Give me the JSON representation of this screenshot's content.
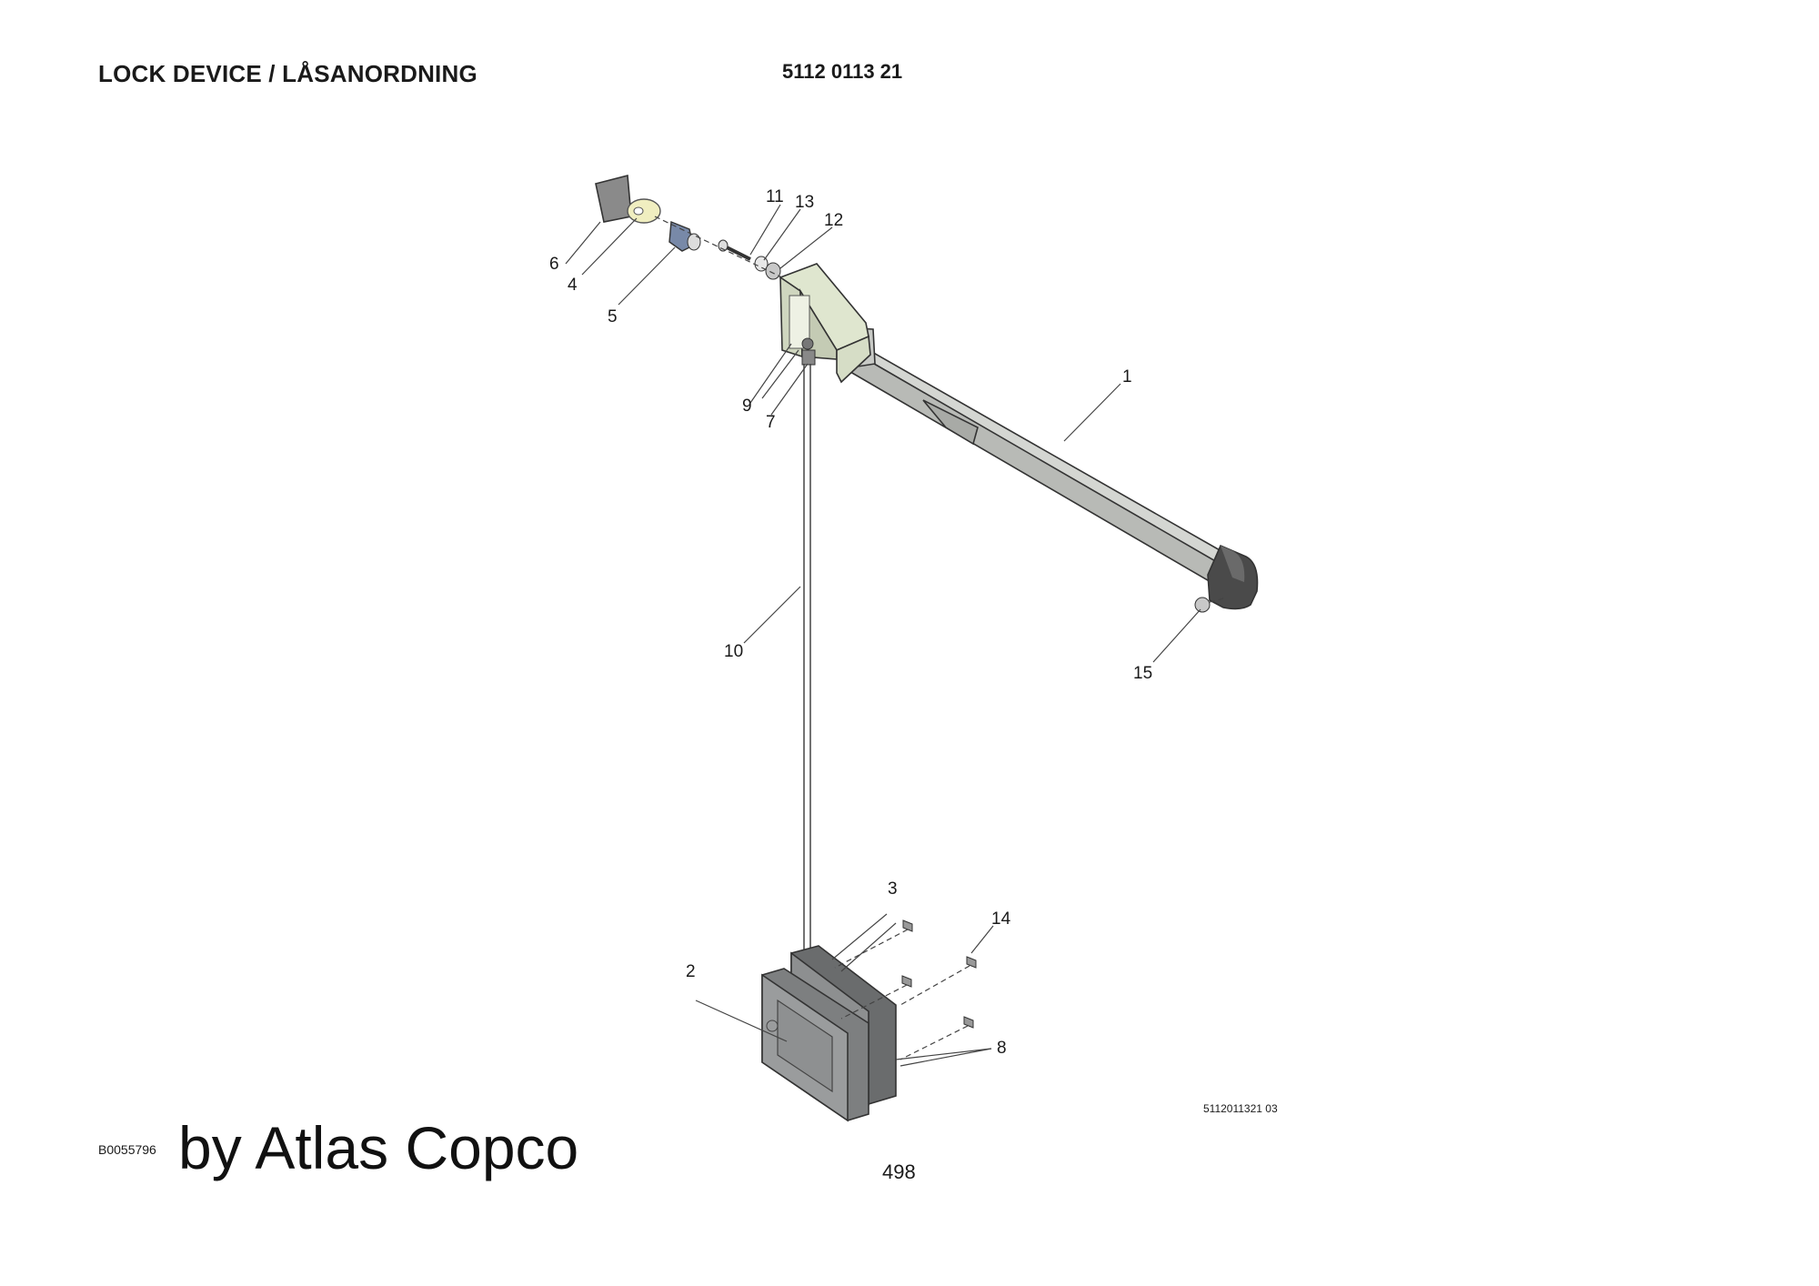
{
  "header": {
    "title": "LOCK DEVICE / LÅSANORDNING",
    "document_number": "5112 0113 21"
  },
  "footer": {
    "figure_code": "5112011321 03",
    "illustration_number": "B0055796",
    "watermark": "by Atlas Copco",
    "page_number": "498"
  },
  "callouts": [
    "1",
    "2",
    "3",
    "4",
    "5",
    "6",
    "7",
    "8",
    "9",
    "10",
    "11",
    "12",
    "13",
    "14",
    "15"
  ],
  "colors": {
    "bar": "#c4c6c2",
    "bracket": "#dfe6cf",
    "handle_body": "#7d7f80",
    "end_cap": "#4a4a4a",
    "washer": "#f0eec0"
  }
}
